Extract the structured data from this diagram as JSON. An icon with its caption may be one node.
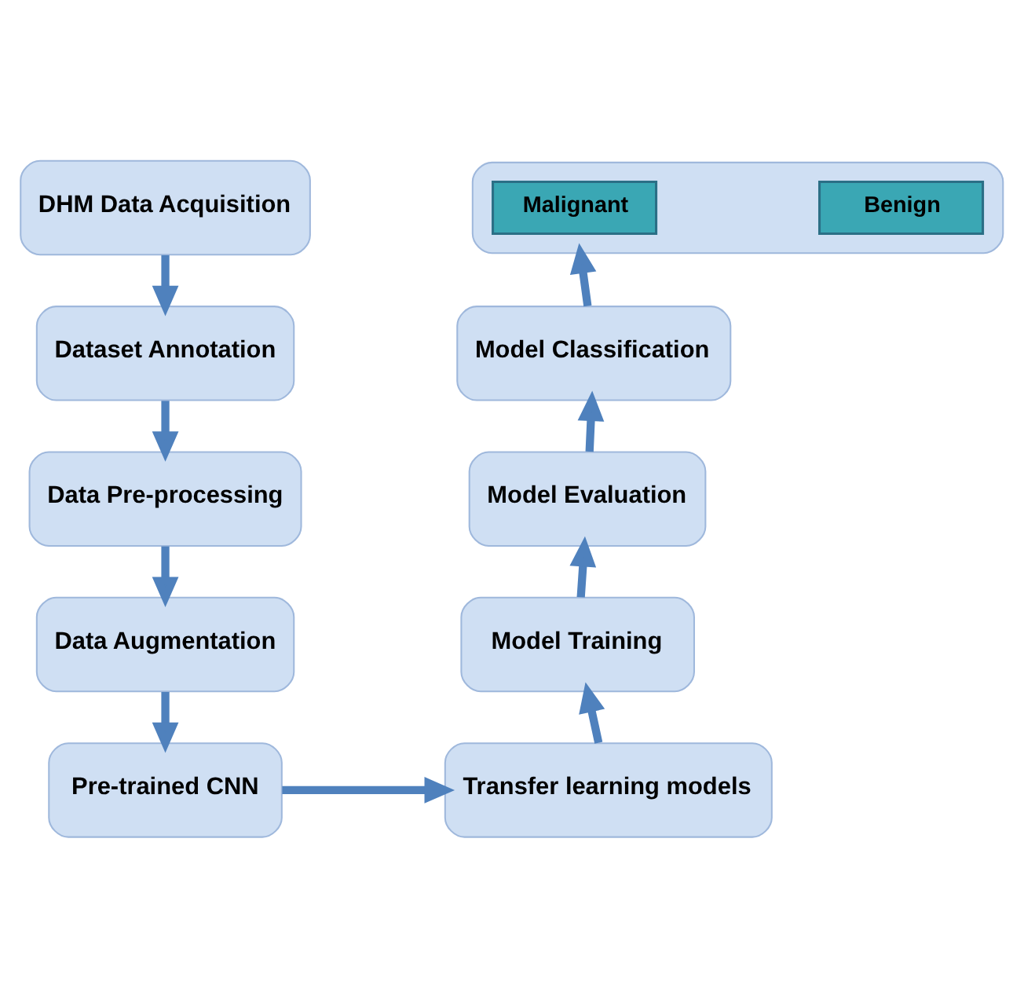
{
  "diagram": {
    "nodes": [
      {
        "text": [
          "DHM Data Acquisition"
        ]
      },
      {
        "text": [
          "Dataset Annotation"
        ]
      },
      {
        "text": [
          "Data Pre-processing"
        ]
      },
      {
        "text": [
          "Data Augmentation"
        ]
      },
      {
        "text": [
          "Pre-trained CNN"
        ]
      },
      {
        "text": [
          "Transfer learning models"
        ]
      },
      {
        "text": [
          "Model Training"
        ]
      },
      {
        "text": [
          "Model Evaluation"
        ]
      },
      {
        "text": [
          "Model Classification"
        ]
      },
      {
        "text": [],
        "shape": "box"
      },
      {
        "text": [
          "Benign"
        ],
        "in": 9
      },
      {
        "text": [
          "Malignant"
        ],
        "in": 9
      }
    ],
    "edges": [
      {
        "from": 0,
        "to": 1,
        "arrow": "to"
      },
      {
        "from": 1,
        "to": 2,
        "arrow": "to"
      },
      {
        "from": 2,
        "to": 3,
        "arrow": "to"
      },
      {
        "from": 3,
        "to": 4,
        "arrow": "to"
      },
      {
        "from": 4,
        "to": 5,
        "arrow": "to"
      },
      {
        "from": 5,
        "to": 6,
        "arrow": "to"
      },
      {
        "from": 6,
        "to": 7,
        "arrow": "to"
      },
      {
        "from": 7,
        "to": 8,
        "arrow": "to"
      },
      {
        "from": 8,
        "to": 9,
        "arrow": "to"
      }
    ]
  }
}
